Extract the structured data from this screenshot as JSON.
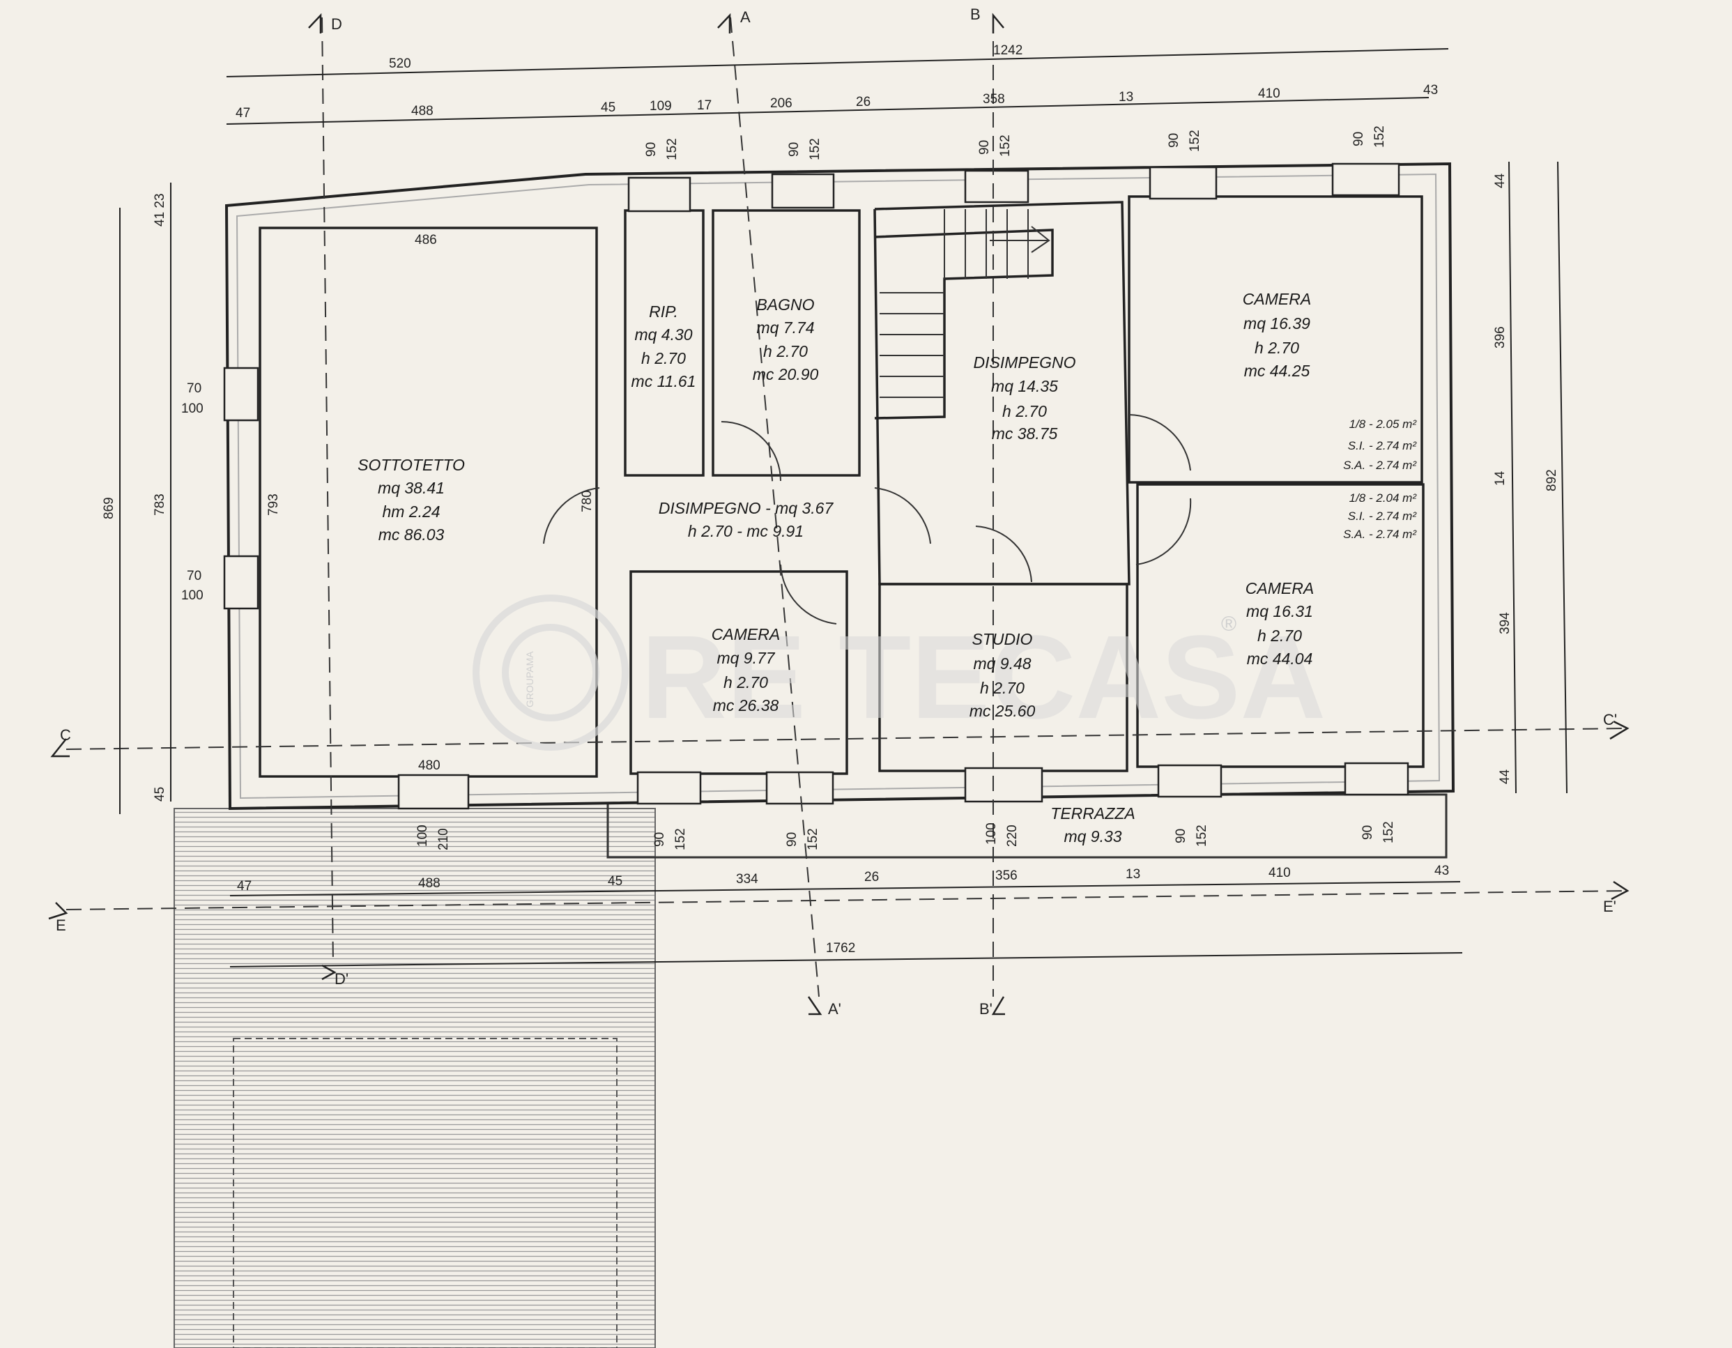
{
  "watermark": {
    "brand": "RE TECASA",
    "sub": "GROUPAMA",
    "reg": "®"
  },
  "sections": {
    "A": "A",
    "A2": "A'",
    "B": "B",
    "B2": "B'",
    "C": "C",
    "C2": "C'",
    "D": "D",
    "D2": "D'",
    "E": "E",
    "E2": "E'"
  },
  "dims": {
    "top_total": "1242",
    "top_left": "520",
    "top": [
      "47",
      "488",
      "45",
      "109",
      "17",
      "206",
      "26",
      "358",
      "13",
      "410",
      "43"
    ],
    "bottom": [
      "47",
      "488",
      "45",
      "334",
      "26",
      "356",
      "13",
      "410",
      "43"
    ],
    "bottom_total": "1762",
    "left_outer": "869",
    "left_inner": "783",
    "left_top": "41 23",
    "left_bot": "45",
    "sotto_h": "793",
    "right_outer": "892",
    "right_top": "44",
    "right_a": "396",
    "right_mid": "14",
    "right_b": "394",
    "right_bot": "44",
    "sotto_w_top": "486",
    "sotto_w_bot": "480",
    "disimp_small": "780",
    "win_side": [
      "70",
      "100"
    ],
    "win_std": [
      "90",
      "152"
    ],
    "win_terr": [
      "100",
      "220"
    ],
    "win_sotto": [
      "100",
      "210"
    ]
  },
  "rooms": {
    "sottotetto": [
      "SOTTOTETTO",
      "mq 38.41",
      "hm 2.24",
      "mc 86.03"
    ],
    "rip": [
      "RIP.",
      "mq 4.30",
      "h 2.70",
      "mc 11.61"
    ],
    "bagno": [
      "BAGNO",
      "mq 7.74",
      "h 2.70",
      "mc 20.90"
    ],
    "disimp_top": [
      "DISIMPEGNO",
      "mq 14.35",
      "h 2.70",
      "mc 38.75"
    ],
    "camera_tr": [
      "CAMERA",
      "mq 16.39",
      "h 2.70",
      "mc 44.25"
    ],
    "camera_tr_notes": [
      "1/8 - 2.05 m²",
      "S.I.  - 2.74 m²",
      "S.A. - 2.74 m²"
    ],
    "camera_br_notes": [
      "1/8 - 2.04 m²",
      "S.I.  - 2.74 m²",
      "S.A. - 2.74 m²"
    ],
    "disimp_mid": [
      "DISIMPEGNO - mq 3.67",
      "h 2.70 - mc 9.91"
    ],
    "camera_bl": [
      "CAMERA",
      "mq 9.77",
      "h 2.70",
      "mc 26.38"
    ],
    "studio": [
      "STUDIO",
      "mq 9.48",
      "h 2.70",
      "mc 25.60"
    ],
    "camera_br": [
      "CAMERA",
      "mq 16.31",
      "h 2.70",
      "mc 44.04"
    ],
    "terrazza": [
      "TERRAZZA",
      "mq 9.33"
    ]
  }
}
